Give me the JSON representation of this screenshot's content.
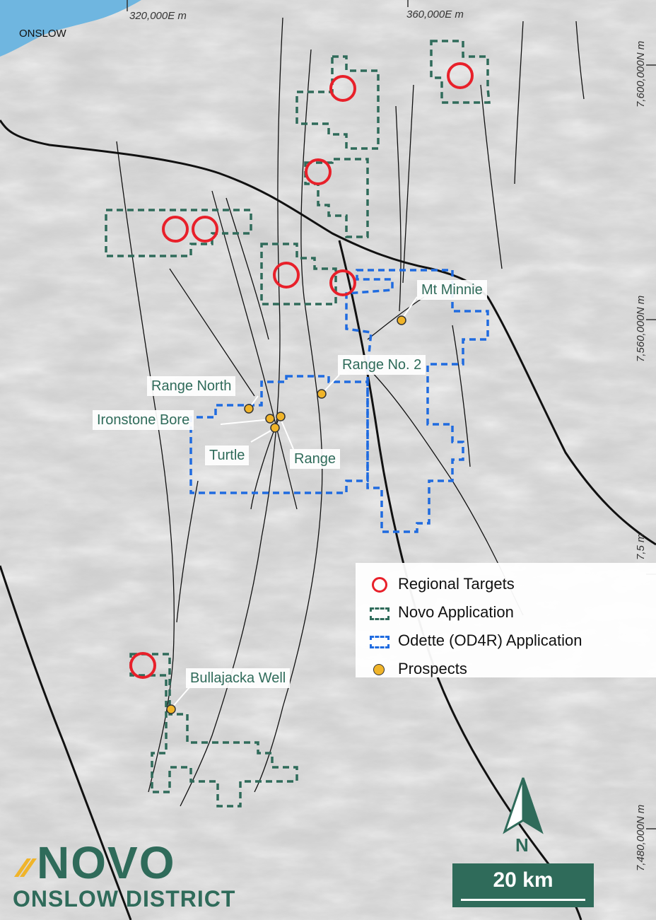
{
  "grid_labels": {
    "e_320": "320,000E m",
    "e_360": "360,000E m",
    "n_7600": "7,600,000N m",
    "n_7560": "7,560,000N m",
    "n_7520": "7,5 m",
    "n_7480": "7,480,000N m"
  },
  "places": {
    "onslow": "ONSLOW"
  },
  "prospects": {
    "mt_minnie": "Mt Minnie",
    "range_no2": "Range No. 2",
    "range_north": "Range North",
    "ironstone_bore": "Ironstone Bore",
    "turtle": "Turtle",
    "range": "Range",
    "bullajacka_well": "Bullajacka Well"
  },
  "legend": [
    {
      "key": "regional-targets",
      "label": "Regional Targets"
    },
    {
      "key": "novo-application",
      "label": "Novo Application"
    },
    {
      "key": "odette-application",
      "label": "Odette (OD4R) Application"
    },
    {
      "key": "prospects",
      "label": "Prospects"
    }
  ],
  "scale": {
    "label": "20 km"
  },
  "north": {
    "label": "N"
  },
  "brand": {
    "logo_text": "NOVO",
    "subtitle": "ONSLOW DISTRICT"
  },
  "colors": {
    "regional_target": "#e8202a",
    "novo": "#2f6b5a",
    "odette": "#1f6be0",
    "prospect": "#f0b429",
    "sea": "#6fb6e0"
  }
}
